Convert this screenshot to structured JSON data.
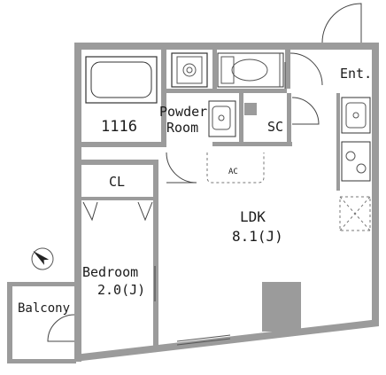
{
  "plan": {
    "rooms": {
      "bath": "1116",
      "powder_line1": "Powder",
      "powder_line2": "Room",
      "storage": "SC",
      "entrance": "Ent.",
      "closet": "CL",
      "ac": "AC",
      "ldk_name": "LDK",
      "ldk_size": "8.1(J)",
      "bedroom_name": "Bedroom",
      "bedroom_size": "2.0(J)",
      "balcony": "Balcony"
    },
    "icons": [
      "bathtub-icon",
      "washing-machine-icon",
      "toilet-icon",
      "sink-icon",
      "kitchen-sink-icon",
      "stove-icon",
      "north-arrow-icon",
      "fridge-space-icon"
    ],
    "colors": {
      "wall": "#9b9b9b",
      "line": "#333333",
      "background": "#ffffff"
    }
  }
}
